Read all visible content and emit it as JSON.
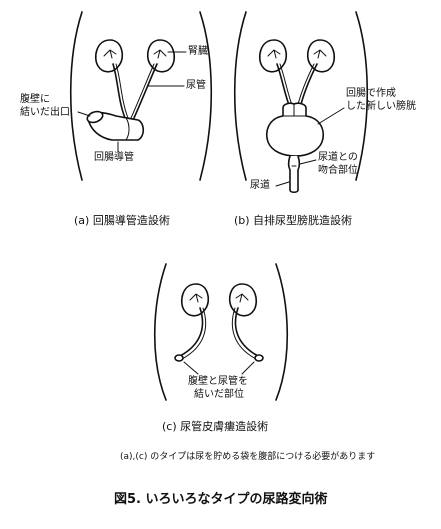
{
  "panel_a": {
    "label_kidney": "腎臓",
    "label_ureter": "尿管",
    "label_stoma_line1": "腹壁に",
    "label_stoma_line2": "結いだ出口",
    "label_conduit": "回腸導管",
    "caption": "(a) 回腸導管造設術"
  },
  "panel_b": {
    "label_neobladder_line1": "回腸で作成",
    "label_neobladder_line2": "した新しい膀胱",
    "label_anastomosis_line1": "尿道との",
    "label_anastomosis_line2": "吻合部位",
    "label_urethra": "尿道",
    "caption": "(b) 自排尿型膀胱造設術"
  },
  "panel_c": {
    "label_site_line1": "腹壁と尿管を",
    "label_site_line2": "結いだ部位",
    "caption": "(c) 尿管皮膚瘻造設術"
  },
  "note": "(a),(c) のタイプは尿を貯める袋を腹部につける必要があります",
  "figure_title": "図5. いろいろなタイプの尿路変向術"
}
